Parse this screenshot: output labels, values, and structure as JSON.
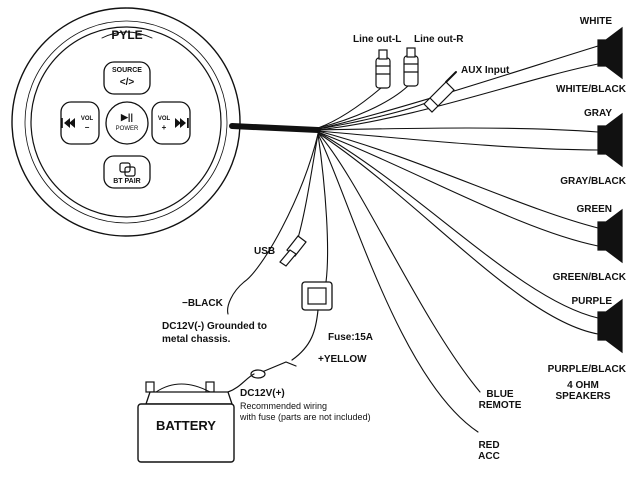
{
  "remote": {
    "brand": "PYLE",
    "source_label": "SOURCE",
    "source_glyph": "</>",
    "play_glyph": "▶||",
    "power_label": "POWER",
    "vol_down_label": "VOL",
    "vol_down_sign": "−",
    "vol_up_label": "VOL",
    "vol_up_sign": "+",
    "bt_pair_label": "BT PAIR"
  },
  "outputs": {
    "line_out_l": "Line out-L",
    "line_out_r": "Line out-R",
    "aux_input": "AUX Input",
    "usb": "USB"
  },
  "speakers": [
    {
      "pos": "WHITE",
      "neg": "WHITE/BLACK"
    },
    {
      "pos": "GRAY",
      "neg": "GRAY/BLACK"
    },
    {
      "pos": "GREEN",
      "neg": "GREEN/BLACK"
    },
    {
      "pos": "PURPLE",
      "neg": "PURPLE/BLACK"
    }
  ],
  "speaker_note": "4 OHM\nSPEAKERS",
  "wires": {
    "blue": "BLUE\nREMOTE",
    "red": "RED\nACC",
    "black": "−BLACK",
    "yellow": "+YELLOW",
    "fuse": "Fuse:15A"
  },
  "ground_note": "DC12V(-) Grounded to\nmetal chassis.",
  "battery_label": "BATTERY",
  "power_note_title": "DC12V(+)",
  "power_note_body": "Recommended wiring\nwith fuse (parts are not included)"
}
